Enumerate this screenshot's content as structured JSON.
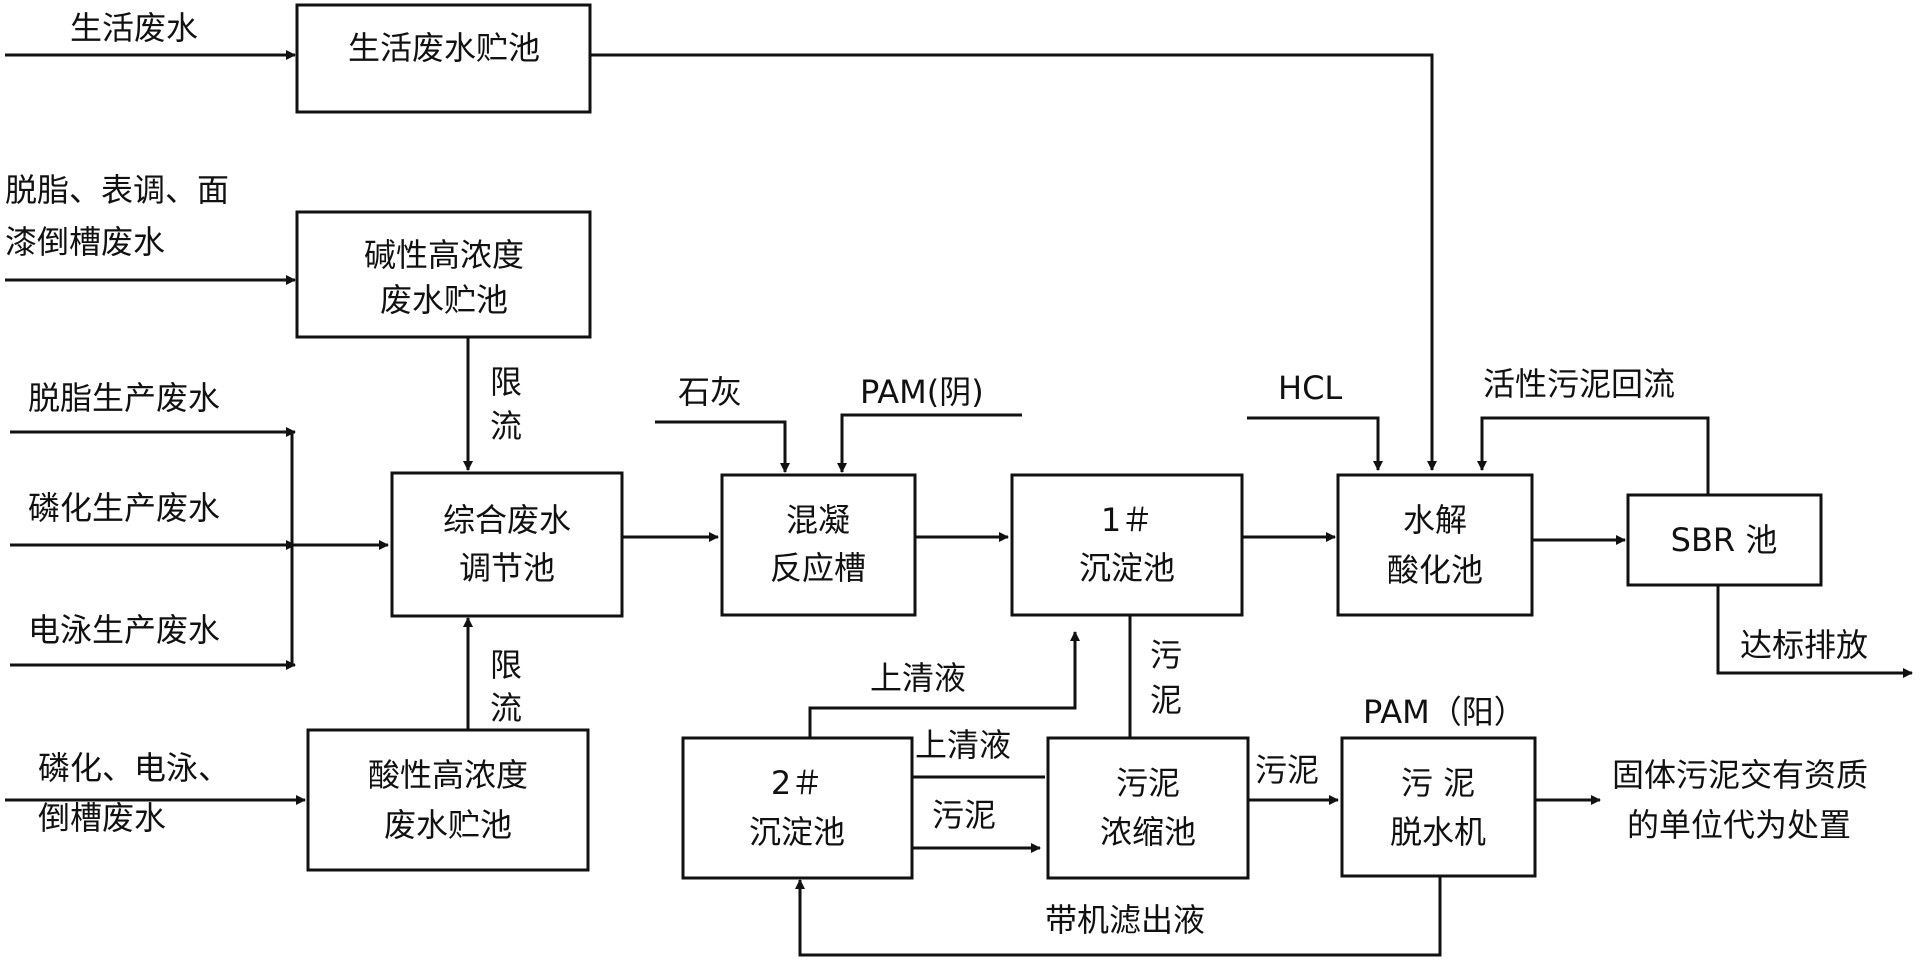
{
  "nodes": {
    "domestic_tank": [
      "生活废水贮池"
    ],
    "alkaline_tank": [
      "碱性高浓度",
      "废水贮池"
    ],
    "equalization": [
      "综合废水",
      "调节池"
    ],
    "coagulation": [
      "混凝",
      "反应槽"
    ],
    "sedimentation1": [
      "1＃",
      "沉淀池"
    ],
    "hydrolysis": [
      "水解",
      "酸化池"
    ],
    "sbr": [
      "SBR 池"
    ],
    "acid_tank": [
      "酸性高浓度",
      "废水贮池"
    ],
    "sedimentation2": [
      "2＃",
      "沉淀池"
    ],
    "thickener": [
      "污泥",
      "浓缩池"
    ],
    "dewater": [
      "污 泥",
      "脱水机"
    ]
  },
  "inputs": {
    "domestic": "生活废水",
    "degrease_tank": [
      "脱脂、表调、面",
      "漆倒槽废水"
    ],
    "degrease": "脱脂生产废水",
    "phosphate": "磷化生产废水",
    "electro": "电泳生产废水",
    "phos_electro": [
      "磷化、电泳、",
      "倒槽废水"
    ]
  },
  "reagents": {
    "lime": "石灰",
    "pam_anion": "PAM(阴)",
    "hcl": "HCL",
    "return_sludge": "活性污泥回流",
    "pam_cation": "PAM（阳）"
  },
  "flow_labels": {
    "limit_flow": [
      "限",
      "流"
    ],
    "supernatant": "上清液",
    "sludge": "污泥",
    "sludge_vertical": [
      "污",
      "泥"
    ],
    "discharge": "达标排放",
    "filtrate": "带机滤出液",
    "disposal": [
      "固体污泥交有资质",
      "的单位代为处置"
    ]
  }
}
